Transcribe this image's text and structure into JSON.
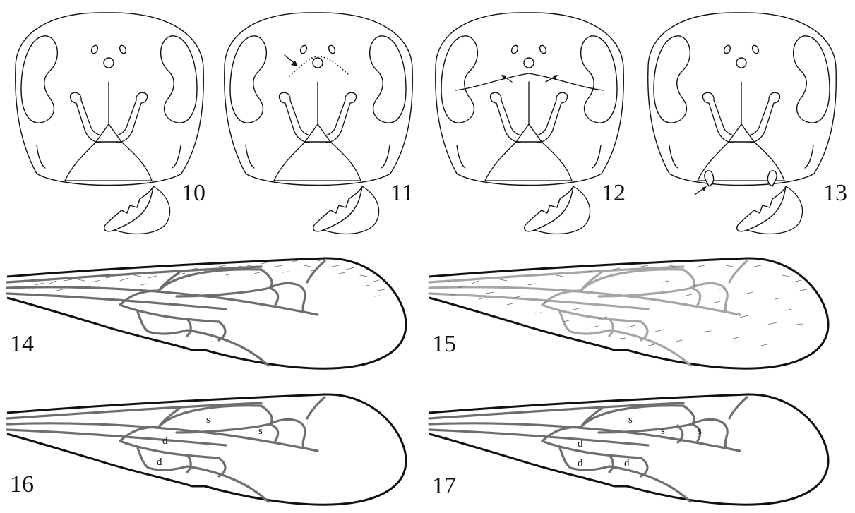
{
  "heads": [
    {
      "label": "10"
    },
    {
      "label": "11"
    },
    {
      "label": "12"
    },
    {
      "label": "13"
    }
  ],
  "wings": [
    {
      "label": "14"
    },
    {
      "label": "15"
    },
    {
      "label": "16",
      "cells": [
        "s",
        "s",
        "d",
        "d"
      ]
    },
    {
      "label": "17",
      "cells": [
        "s",
        "s",
        "s",
        "d",
        "d",
        "d"
      ]
    }
  ]
}
